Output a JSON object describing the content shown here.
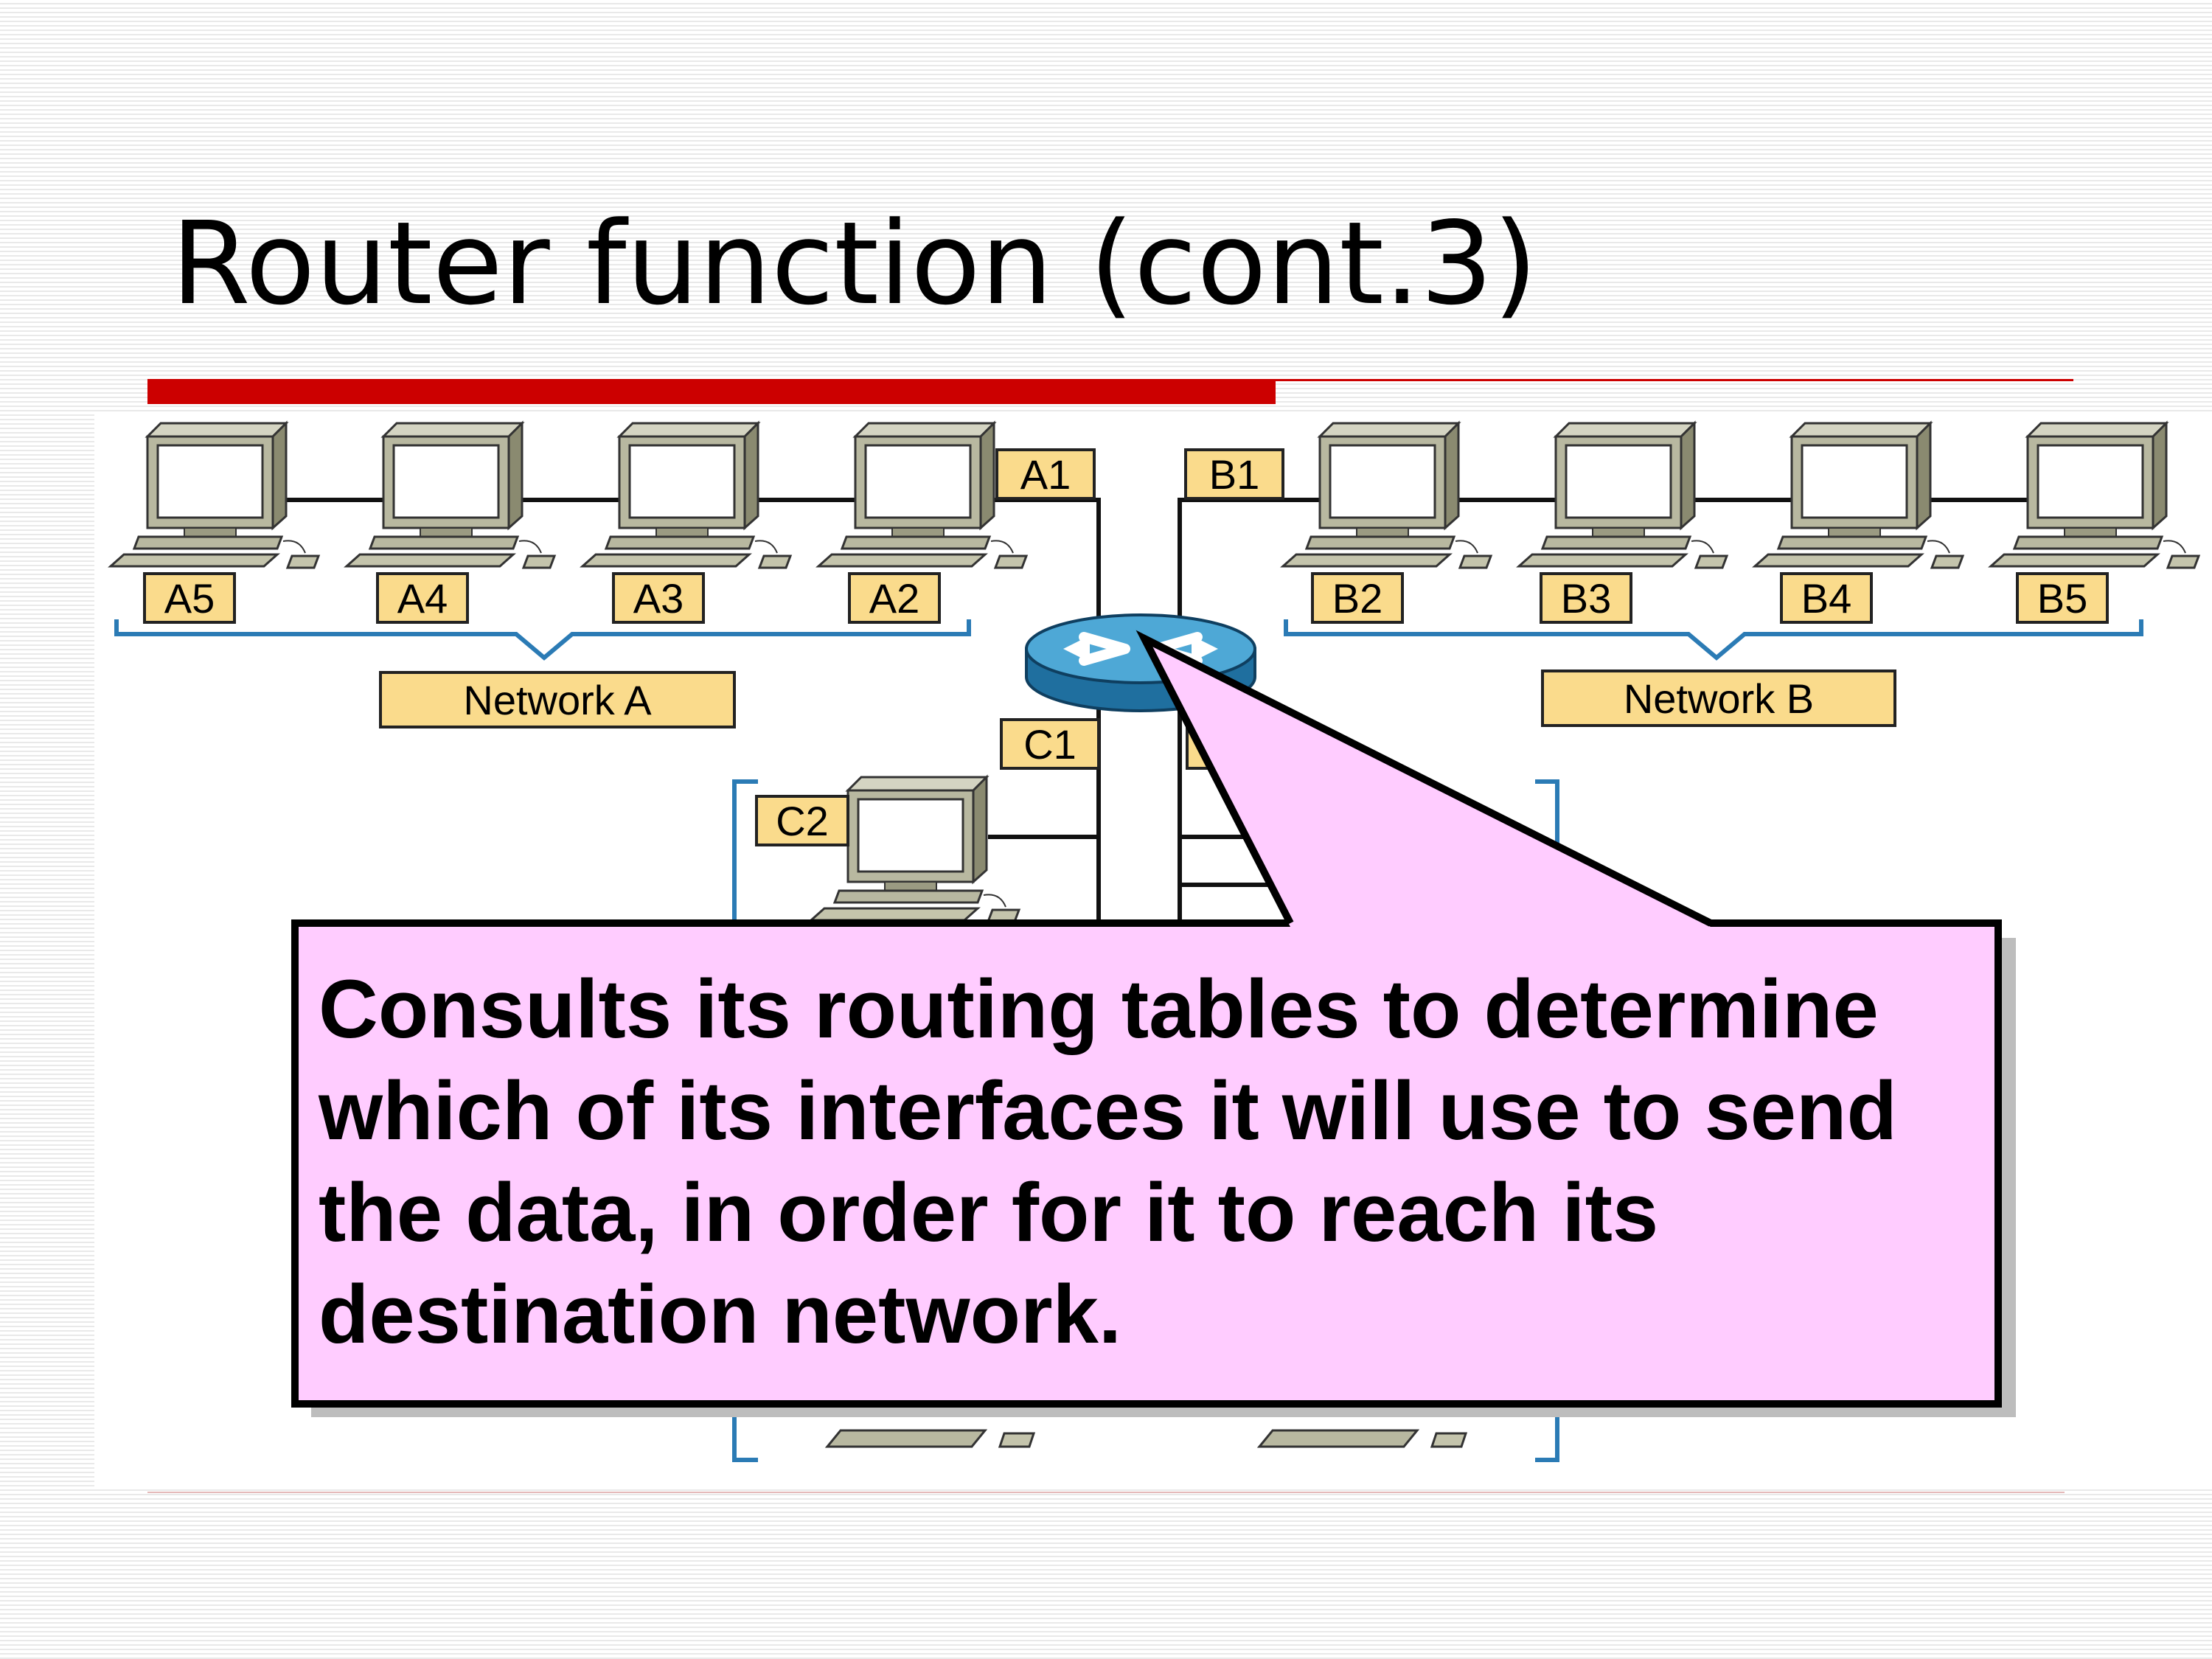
{
  "slide": {
    "title": "Router function (cont.3)"
  },
  "diagram": {
    "network_a": {
      "label": "Network A",
      "hosts": [
        "A5",
        "A4",
        "A3",
        "A2"
      ],
      "interface": "A1"
    },
    "network_b": {
      "label": "Network B",
      "hosts": [
        "B2",
        "B3",
        "B4",
        "B5"
      ],
      "interface": "B1"
    },
    "network_c": {
      "interface": "C1",
      "hosts": [
        "C2"
      ]
    }
  },
  "callout": {
    "text": "Consults its routing tables to determine which of its interfaces it will use to send the data, in order for it to reach its destination network."
  }
}
